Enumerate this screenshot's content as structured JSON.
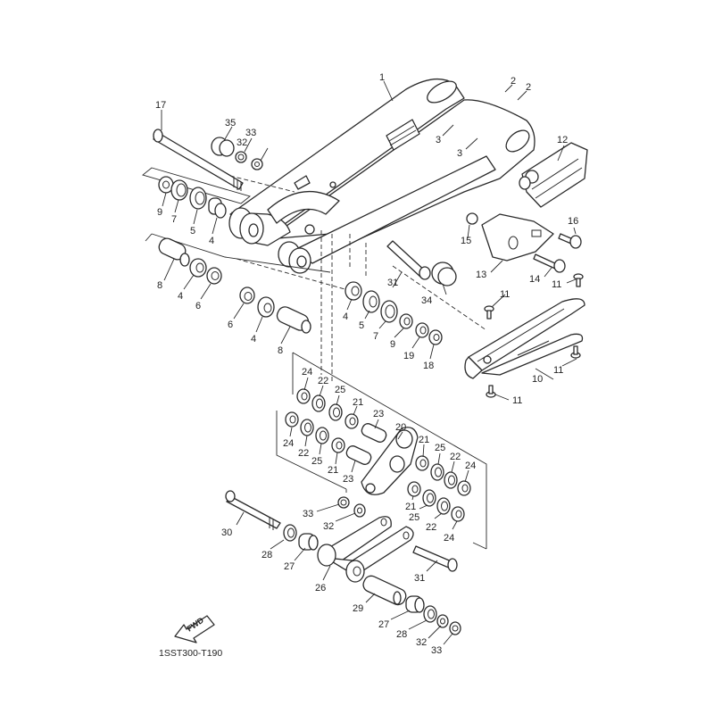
{
  "diagram": {
    "title": "Rear Arm (Swingarm) Exploded View",
    "code": "1SST300-T190",
    "fwd_label": "FWD",
    "callouts": [
      {
        "id": "c1",
        "text": "1",
        "part": "rear-arm"
      },
      {
        "id": "c2a",
        "text": "2",
        "part": "screw"
      },
      {
        "id": "c2b",
        "text": "2",
        "part": "screw"
      },
      {
        "id": "c3a",
        "text": "3",
        "part": "chain-puller-plate"
      },
      {
        "id": "c3b",
        "text": "3",
        "part": "chain-puller-plate"
      },
      {
        "id": "c4a",
        "text": "4",
        "part": "collar"
      },
      {
        "id": "c4b",
        "text": "4",
        "part": "collar"
      },
      {
        "id": "c4c",
        "text": "4",
        "part": "collar"
      },
      {
        "id": "c4d",
        "text": "4",
        "part": "collar"
      },
      {
        "id": "c5a",
        "text": "5",
        "part": "bearing"
      },
      {
        "id": "c5b",
        "text": "5",
        "part": "bearing"
      },
      {
        "id": "c6a",
        "text": "6",
        "part": "bearing"
      },
      {
        "id": "c6b",
        "text": "6",
        "part": "bearing"
      },
      {
        "id": "c7a",
        "text": "7",
        "part": "oil-seal"
      },
      {
        "id": "c7b",
        "text": "7",
        "part": "oil-seal"
      },
      {
        "id": "c8a",
        "text": "8",
        "part": "collar"
      },
      {
        "id": "c8b",
        "text": "8",
        "part": "collar"
      },
      {
        "id": "c9a",
        "text": "9",
        "part": "thrust-cover"
      },
      {
        "id": "c9b",
        "text": "9",
        "part": "thrust-cover"
      },
      {
        "id": "c10",
        "text": "10",
        "part": "chain-support"
      },
      {
        "id": "c11a",
        "text": "11",
        "part": "bolt"
      },
      {
        "id": "c11b",
        "text": "11",
        "part": "bolt"
      },
      {
        "id": "c11c",
        "text": "11",
        "part": "bolt"
      },
      {
        "id": "c11d",
        "text": "11",
        "part": "bolt"
      },
      {
        "id": "c12",
        "text": "12",
        "part": "chain-guide"
      },
      {
        "id": "c13",
        "text": "13",
        "part": "chain-guide-bracket"
      },
      {
        "id": "c14",
        "text": "14",
        "part": "bolt"
      },
      {
        "id": "c15",
        "text": "15",
        "part": "nut"
      },
      {
        "id": "c16",
        "text": "16",
        "part": "bolt"
      },
      {
        "id": "c17",
        "text": "17",
        "part": "pivot-shaft"
      },
      {
        "id": "c18",
        "text": "18",
        "part": "nut"
      },
      {
        "id": "c19",
        "text": "19",
        "part": "washer"
      },
      {
        "id": "c20",
        "text": "20",
        "part": "relay-arm"
      },
      {
        "id": "c21a",
        "text": "21",
        "part": "bearing"
      },
      {
        "id": "c21b",
        "text": "21",
        "part": "bearing"
      },
      {
        "id": "c21c",
        "text": "21",
        "part": "bearing"
      },
      {
        "id": "c21d",
        "text": "21",
        "part": "bearing"
      },
      {
        "id": "c22a",
        "text": "22",
        "part": "oil-seal"
      },
      {
        "id": "c22b",
        "text": "22",
        "part": "oil-seal"
      },
      {
        "id": "c22c",
        "text": "22",
        "part": "oil-seal"
      },
      {
        "id": "c22d",
        "text": "22",
        "part": "oil-seal"
      },
      {
        "id": "c23a",
        "text": "23",
        "part": "collar"
      },
      {
        "id": "c23b",
        "text": "23",
        "part": "collar"
      },
      {
        "id": "c24a",
        "text": "24",
        "part": "thrust-cover"
      },
      {
        "id": "c24b",
        "text": "24",
        "part": "thrust-cover"
      },
      {
        "id": "c24c",
        "text": "24",
        "part": "thrust-cover"
      },
      {
        "id": "c24d",
        "text": "24",
        "part": "thrust-cover"
      },
      {
        "id": "c25a",
        "text": "25",
        "part": "washer"
      },
      {
        "id": "c25b",
        "text": "25",
        "part": "washer"
      },
      {
        "id": "c25c",
        "text": "25",
        "part": "washer"
      },
      {
        "id": "c25d",
        "text": "25",
        "part": "washer"
      },
      {
        "id": "c26",
        "text": "26",
        "part": "connecting-rod"
      },
      {
        "id": "c27a",
        "text": "27",
        "part": "collar"
      },
      {
        "id": "c27b",
        "text": "27",
        "part": "collar"
      },
      {
        "id": "c28a",
        "text": "28",
        "part": "oil-seal"
      },
      {
        "id": "c28b",
        "text": "28",
        "part": "oil-seal"
      },
      {
        "id": "c29",
        "text": "29",
        "part": "collar"
      },
      {
        "id": "c30",
        "text": "30",
        "part": "bolt"
      },
      {
        "id": "c31a",
        "text": "31",
        "part": "bolt"
      },
      {
        "id": "c31b",
        "text": "31",
        "part": "bolt"
      },
      {
        "id": "c32a",
        "text": "32",
        "part": "washer"
      },
      {
        "id": "c32b",
        "text": "32",
        "part": "washer"
      },
      {
        "id": "c32c",
        "text": "32",
        "part": "washer"
      },
      {
        "id": "c33a",
        "text": "33",
        "part": "nut"
      },
      {
        "id": "c33b",
        "text": "33",
        "part": "nut"
      },
      {
        "id": "c33c",
        "text": "33",
        "part": "nut"
      },
      {
        "id": "c34",
        "text": "34",
        "part": "cap"
      },
      {
        "id": "c35",
        "text": "35",
        "part": "collar"
      }
    ]
  }
}
